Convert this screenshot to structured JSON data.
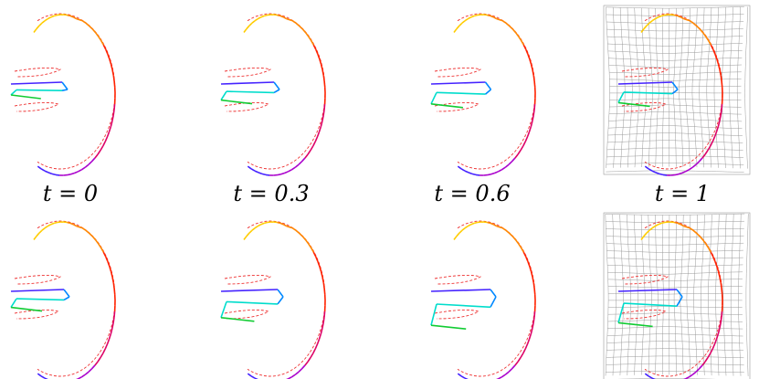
{
  "labels": [
    "t = 0",
    "t = 0.3",
    "t = 0.6",
    "t = 1"
  ],
  "colors": {
    "target_dashed": "#ee3333",
    "grid": "#9a9a9a",
    "gradient": [
      "#ffcc00",
      "#ff8800",
      "#ff2200",
      "#dd0066",
      "#aa00cc",
      "#4422ff",
      "#0088ff",
      "#00ddcc",
      "#11cc33",
      "#99ee00"
    ]
  }
}
